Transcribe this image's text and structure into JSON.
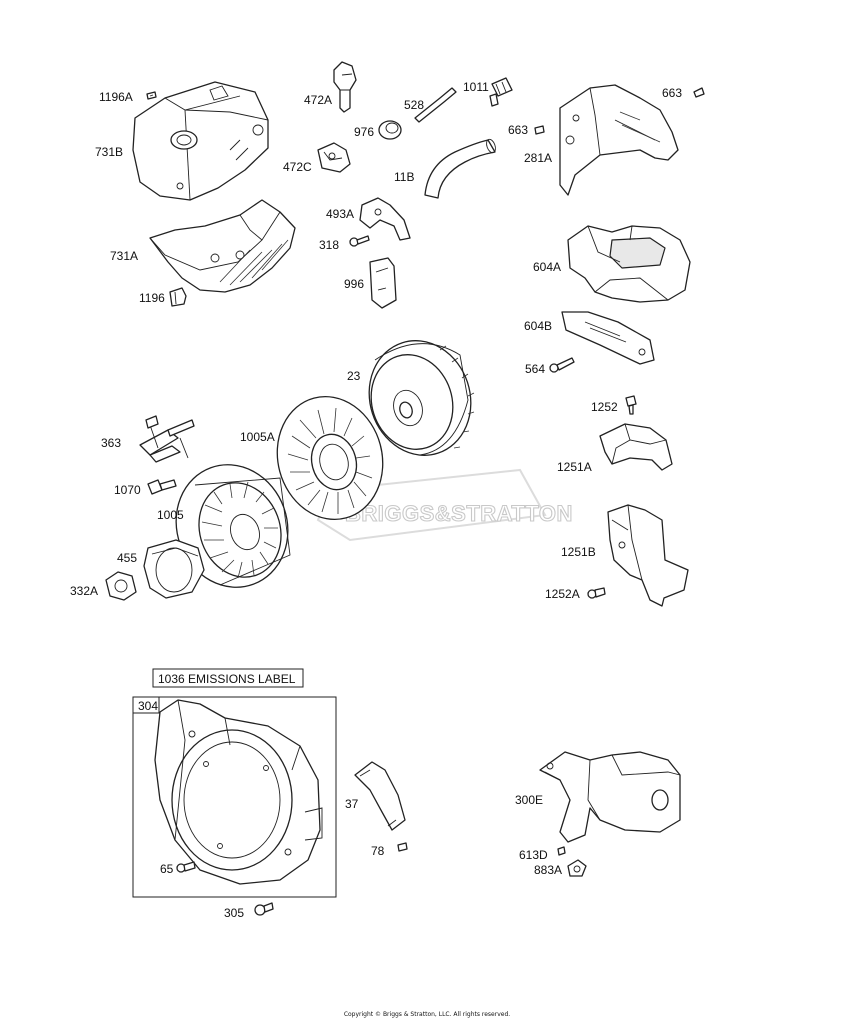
{
  "labels": {
    "p1196A": "1196A",
    "p731B": "731B",
    "p731A": "731A",
    "p1196": "1196",
    "p472A": "472A",
    "p976": "976",
    "p472C": "472C",
    "p528": "528",
    "p1011": "1011",
    "p11B": "11B",
    "p493A": "493A",
    "p318": "318",
    "p996": "996",
    "p663a": "663",
    "p663b": "663",
    "p281A": "281A",
    "p604A": "604A",
    "p604B": "604B",
    "p564": "564",
    "p23": "23",
    "p1005A": "1005A",
    "p363": "363",
    "p1070": "1070",
    "p1005": "1005",
    "p455": "455",
    "p332A": "332A",
    "p1252": "1252",
    "p1251A": "1251A",
    "p1251B": "1251B",
    "p1252A": "1252A",
    "p304": "304",
    "p37": "37",
    "p78": "78",
    "p65": "65",
    "p305": "305",
    "p300E": "300E",
    "p613D": "613D",
    "p883A": "883A"
  },
  "emissions_label": "1036 EMISSIONS LABEL",
  "watermark": "BRIGGS&STRATTON",
  "copyright": "Copyright © Briggs & Stratton, LLC. All rights reserved."
}
